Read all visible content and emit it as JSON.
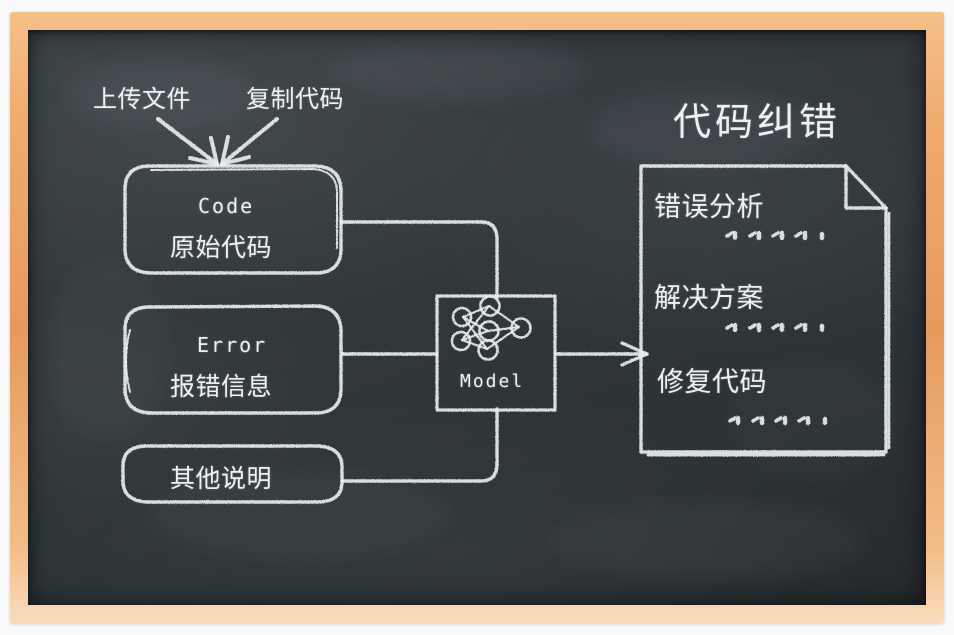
{
  "scene": {
    "type": "blackboard-diagram",
    "title": "代码纠错",
    "board_color": "#333a3e",
    "chalk_color": "#e7ebed",
    "frame_color": "#e59a5c"
  },
  "annotations": [
    {
      "id": "upload",
      "label": "上传文件",
      "icon": "arrow-down-icon",
      "target": "input-box-code"
    },
    {
      "id": "paste",
      "label": "复制代码",
      "icon": "arrow-down-icon",
      "target": "input-box-code"
    }
  ],
  "inputs": [
    {
      "id": "code",
      "en": "Code",
      "cn": "原始代码"
    },
    {
      "id": "error",
      "en": "Error",
      "cn": "报错信息"
    },
    {
      "id": "other",
      "en": "",
      "cn": "其他说明"
    }
  ],
  "model": {
    "label": "Model",
    "icon": "neural-network-icon",
    "network": {
      "layers": [
        2,
        3,
        1
      ],
      "nodes": [
        {
          "layer": 0,
          "index": 0
        },
        {
          "layer": 0,
          "index": 1
        },
        {
          "layer": 1,
          "index": 0
        },
        {
          "layer": 1,
          "index": 1
        },
        {
          "layer": 1,
          "index": 2
        },
        {
          "layer": 2,
          "index": 0
        }
      ]
    }
  },
  "output_document": {
    "icon": "document-folded-corner-icon",
    "sections": [
      {
        "heading": "错误分析",
        "body": "scribble-line"
      },
      {
        "heading": "解决方案",
        "body": "scribble-line"
      },
      {
        "heading": "修复代码",
        "body": "scribble-line"
      }
    ]
  },
  "connectors": [
    {
      "from": "input-box-code",
      "to": "model",
      "style": "elbow-down"
    },
    {
      "from": "input-box-error",
      "to": "model",
      "style": "straight"
    },
    {
      "from": "input-box-other",
      "to": "model",
      "style": "elbow-up"
    },
    {
      "from": "model",
      "to": "output-document",
      "style": "arrow-right"
    }
  ]
}
